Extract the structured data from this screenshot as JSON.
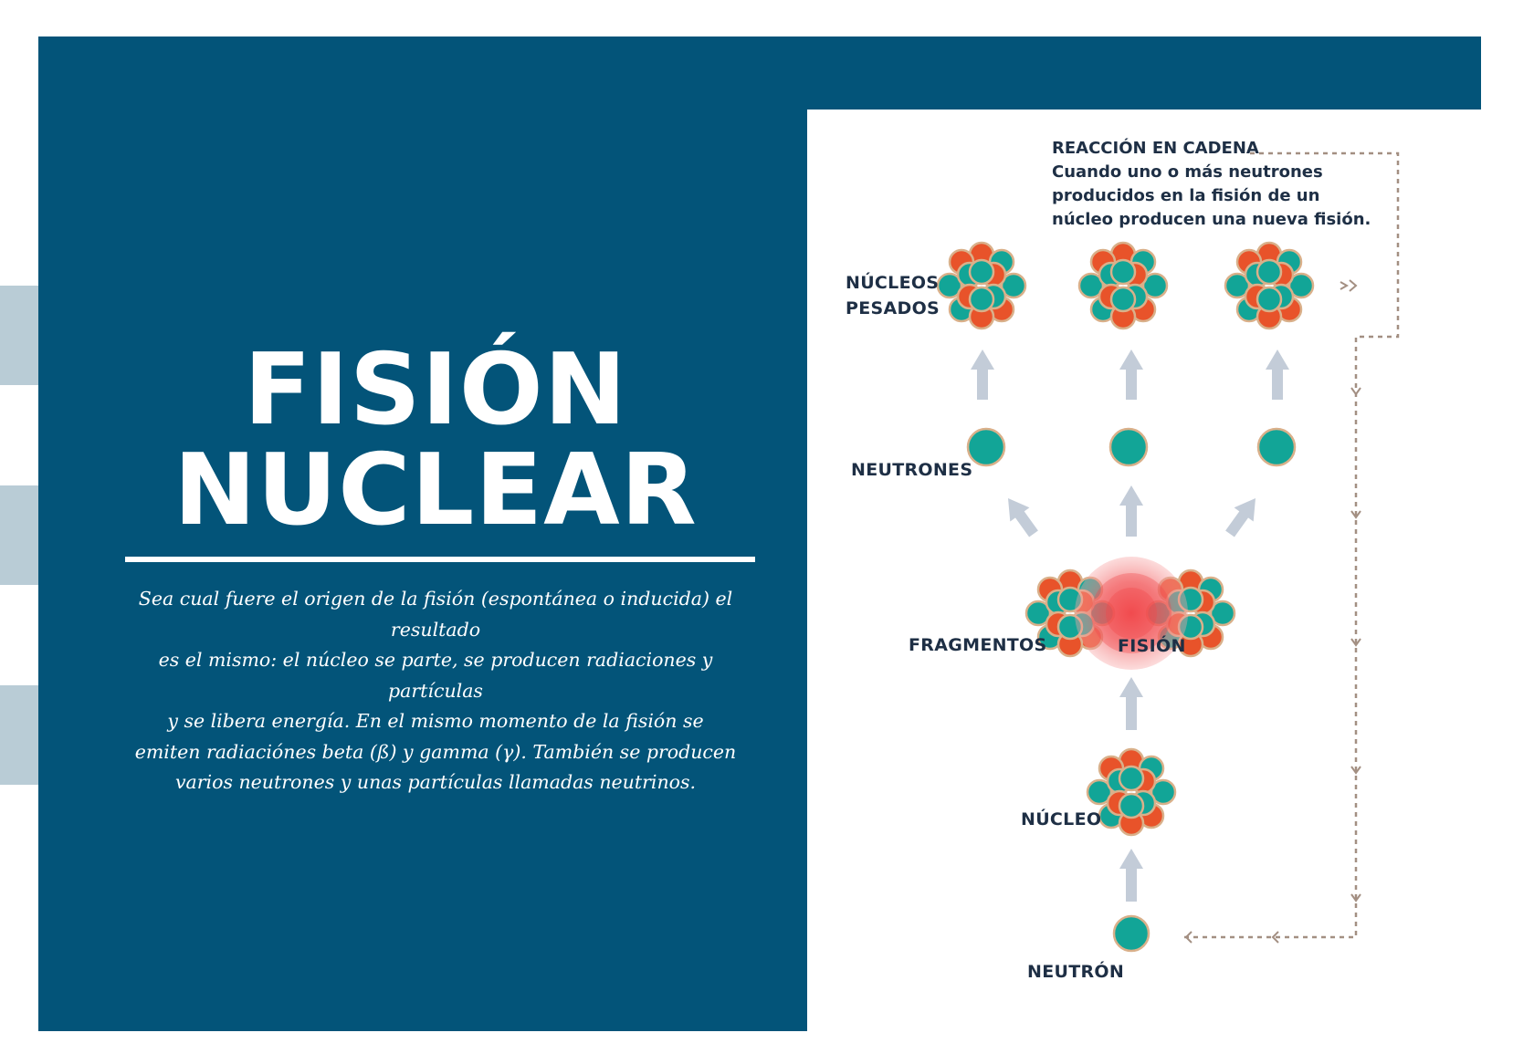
{
  "title": {
    "line1": "FISIÓN",
    "line2": "NUCLEAR"
  },
  "body_lines": [
    "Sea cual fuere el origen de la fisión (espontánea o inducida) el resultado",
    "es el mismo: el núcleo se parte, se producen radiaciones y partículas",
    "y se libera energía. En el mismo momento de la fisión se",
    "emiten radiaciónes beta (ß) y gamma (γ). También se producen",
    "varios neutrones y unas partículas llamadas neutrinos."
  ],
  "diagram": {
    "chain_reaction": {
      "heading": "REACCIÓN EN CADENA",
      "lines": [
        "Cuando uno o más neutrones",
        "producidos en la fisión de un",
        "núcleo producen una nueva fisión."
      ]
    },
    "labels": {
      "heavy_nuclei": [
        "NÚCLEOS",
        "PESADOS"
      ],
      "neutrons": "NEUTRONES",
      "fragments": "FRAGMENTOS",
      "fission": "FISIÓN",
      "nucleus": "NÚCLEO",
      "neutron": "NEUTRÓN"
    }
  },
  "colors": {
    "panel": "#035479",
    "proton": "#e8532a",
    "neutron": "#12a597",
    "arrow": "#c3ccd8",
    "chain_line": "#a38f82",
    "label": "#1e2f45",
    "fission_glow": "#f2474b"
  }
}
